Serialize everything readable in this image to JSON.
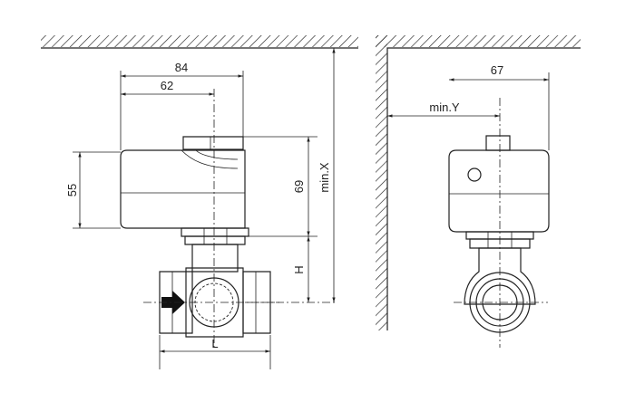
{
  "labels": {
    "dim_84": "84",
    "dim_62": "62",
    "dim_55": "55",
    "dim_69": "69",
    "dim_min_x": "min.X",
    "dim_h": "H",
    "dim_l": "L",
    "dim_67": "67",
    "dim_min_y": "min.Y"
  },
  "icons": {
    "flow_arrow": "flow-direction-arrow-icon"
  },
  "colors": {
    "line": "#222222",
    "body_fill": "#ececec",
    "actuator_fill": "#e4e4e4",
    "arrow": "#111111",
    "background": "#ffffff"
  }
}
